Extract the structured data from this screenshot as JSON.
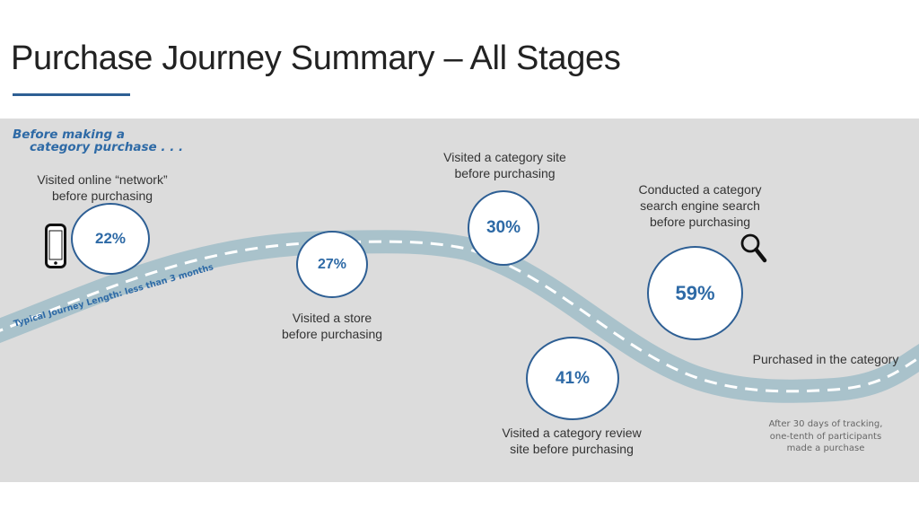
{
  "header": {
    "title": "Purchase Journey Summary – All Stages"
  },
  "intro": {
    "line1": "Before making a",
    "line2": "category purchase . . ."
  },
  "road": {
    "journey_label": "Typical Journey Length: less than 3 months"
  },
  "stages": [
    {
      "id": "network",
      "value": "22%",
      "label_lines": [
        "Visited online “network”",
        "before purchasing"
      ],
      "icon": "smartphone-icon"
    },
    {
      "id": "store",
      "value": "27%",
      "label_lines": [
        "Visited a store",
        "before purchasing"
      ]
    },
    {
      "id": "site",
      "value": "30%",
      "label_lines": [
        "Visited a category site",
        "before purchasing"
      ]
    },
    {
      "id": "review",
      "value": "41%",
      "label_lines": [
        "Visited a category review",
        "site before purchasing"
      ]
    },
    {
      "id": "search",
      "value": "59%",
      "label_lines": [
        "Conducted a category",
        "search engine search",
        "before purchasing"
      ],
      "icon": "magnifier-icon"
    }
  ],
  "outcome": {
    "label": "Purchased in the category",
    "note_lines": [
      "After 30 days of tracking,",
      "one-tenth of participants",
      "made a purchase"
    ]
  },
  "colors": {
    "accent": "#2e6aa6",
    "rule": "#2e5f94",
    "road": "#a9c2cb",
    "panel": "#dcdcdc"
  }
}
